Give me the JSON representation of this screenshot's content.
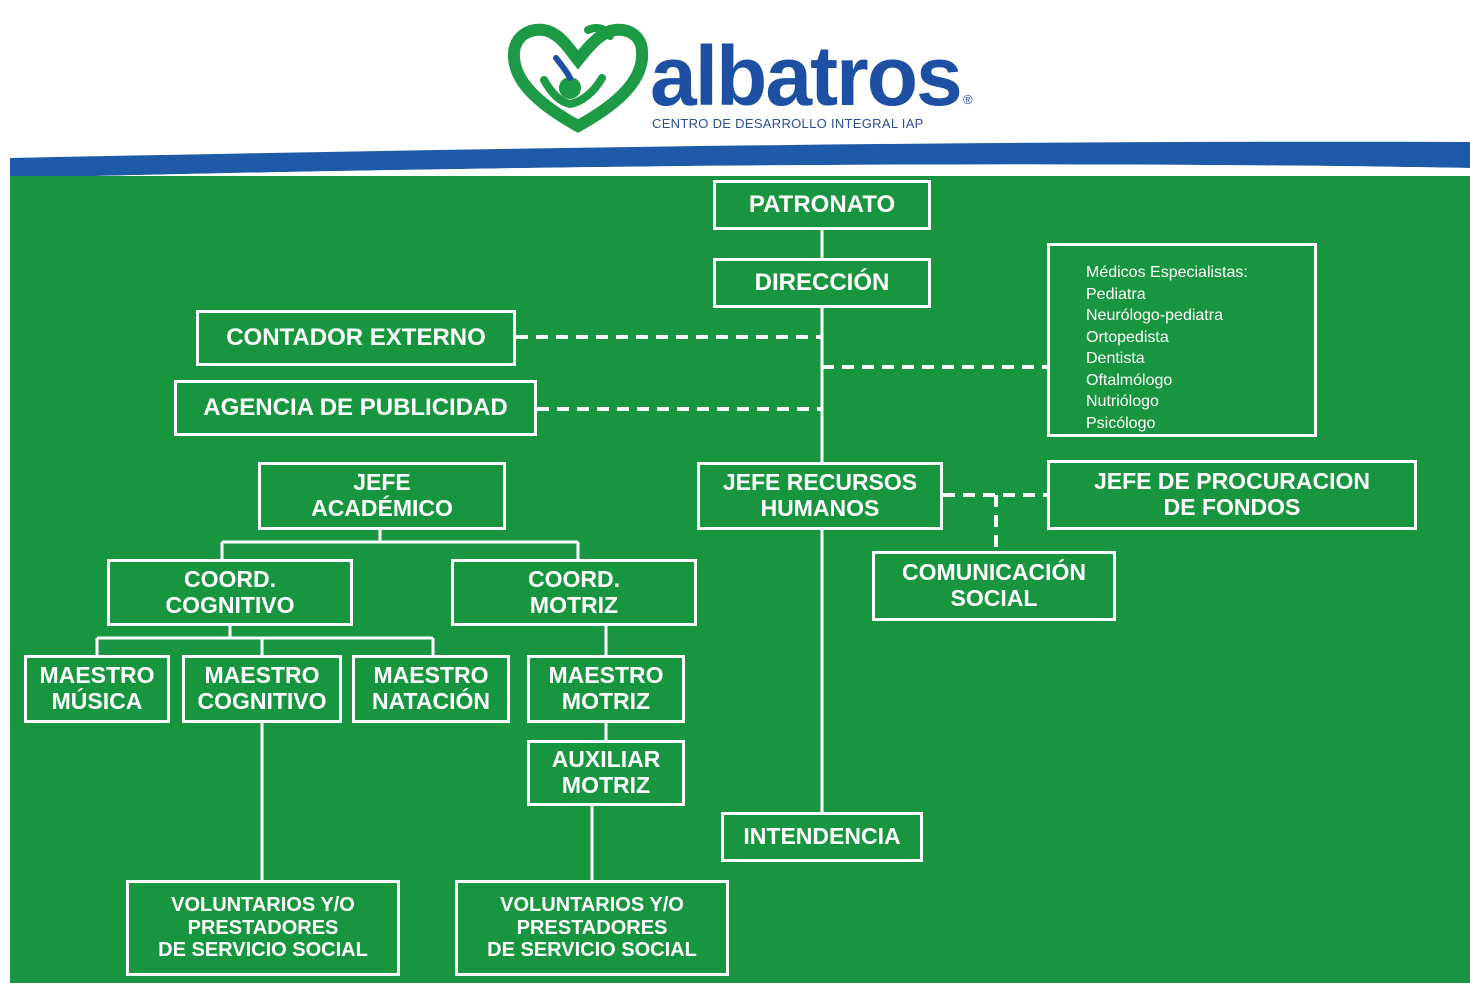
{
  "header": {
    "brand_name": "albatros",
    "registered_mark": "®",
    "tagline": "CENTRO DE DESARROLLO INTEGRAL  IAP",
    "colors": {
      "brand_blue": "#1d4fa3",
      "brand_green": "#18963f"
    }
  },
  "org_chart": {
    "patronato": "PATRONATO",
    "direccion": "DIRECCIÓN",
    "contador_externo": "CONTADOR EXTERNO",
    "agencia_publicidad": "AGENCIA DE PUBLICIDAD",
    "medicos": {
      "title": "Médicos Especialistas:",
      "items": [
        "Pediatra",
        "Neurólogo-pediatra",
        "Ortopedista",
        "Dentista",
        "Oftalmólogo",
        "Nutriólogo",
        "Psicólogo"
      ]
    },
    "jefe_academico": "JEFE\nACADÉMICO",
    "jefe_recursos_humanos": "JEFE RECURSOS\nHUMANOS",
    "jefe_procuracion_fondos": "JEFE DE PROCURACION\nDE FONDOS",
    "comunicacion_social": "COMUNICACIÓN\nSOCIAL",
    "coord_cognitivo": "COORD.\nCOGNITIVO",
    "coord_motriz": "COORD.\nMOTRIZ",
    "maestro_musica": "MAESTRO\nMÚSICA",
    "maestro_cognitivo": "MAESTRO\nCOGNITIVO",
    "maestro_natacion": "MAESTRO\nNATACIÓN",
    "maestro_motriz": "MAESTRO\nMOTRIZ",
    "auxiliar_motriz": "AUXILIAR\nMOTRIZ",
    "intendencia": "INTENDENCIA",
    "voluntarios_cognitivo": "VOLUNTARIOS Y/O\nPRESTADORES\nDE SERVICIO SOCIAL",
    "voluntarios_motriz": "VOLUNTARIOS Y/O\nPRESTADORES\nDE SERVICIO SOCIAL"
  }
}
